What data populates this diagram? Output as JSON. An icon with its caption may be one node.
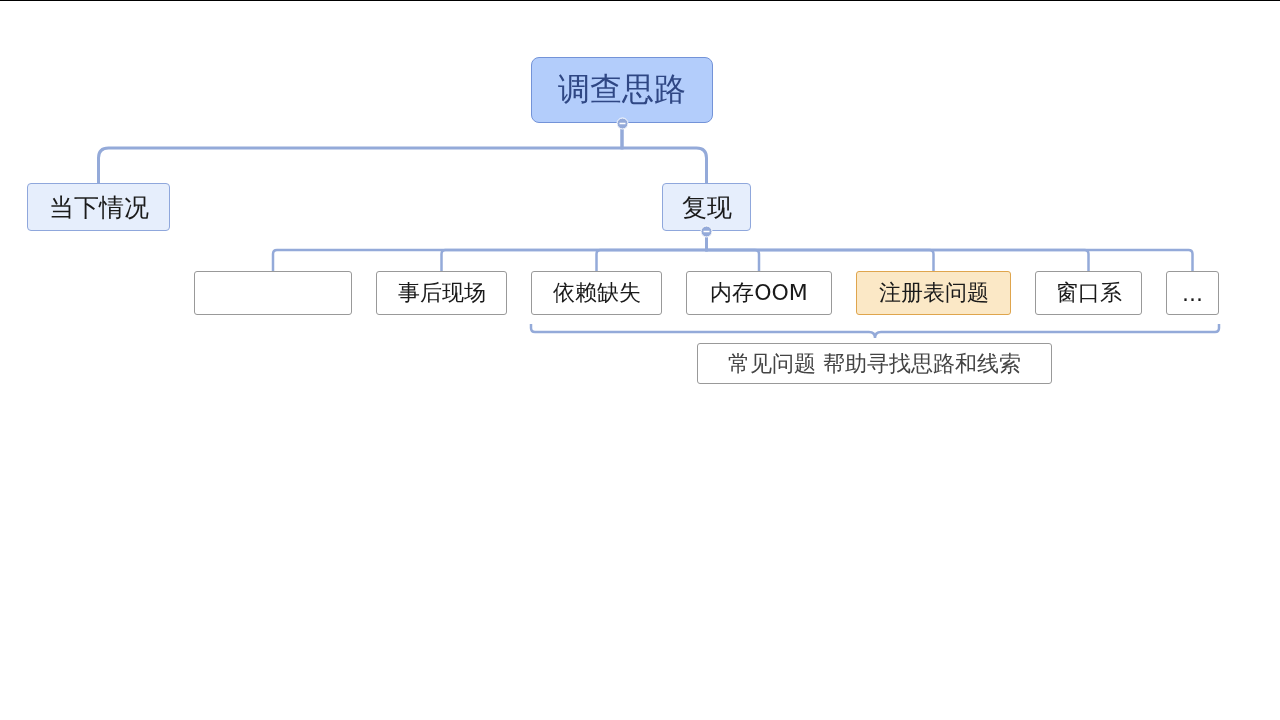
{
  "diagram": {
    "nodes": [
      {
        "text": [
          "调查思路"
        ]
      },
      {
        "text": [
          "当下情况"
        ]
      },
      {
        "text": [
          "复现"
        ]
      },
      {
        "text": [],
        "shape": "box"
      },
      {
        "text": [
          "事后现场"
        ]
      },
      {
        "text": [
          "依赖缺失"
        ]
      },
      {
        "text": [
          "内存OOM"
        ]
      },
      {
        "text": [
          "注册表问题"
        ]
      },
      {
        "text": [
          "窗口系"
        ]
      },
      {
        "text": [
          "..."
        ]
      },
      {
        "text": [
          "常见问题 帮助寻找思路和线索"
        ]
      }
    ],
    "edges": [
      {
        "from": 0,
        "to": 1,
        "arrow": "none"
      },
      {
        "from": 0,
        "to": 2,
        "arrow": "none"
      },
      {
        "from": 2,
        "to": 3,
        "arrow": "none"
      },
      {
        "from": 2,
        "to": 4,
        "arrow": "none"
      },
      {
        "from": 2,
        "to": 5,
        "arrow": "none"
      },
      {
        "from": 2,
        "to": 6,
        "arrow": "none"
      },
      {
        "from": 2,
        "to": 7,
        "arrow": "none"
      },
      {
        "from": 2,
        "to": 8,
        "arrow": "none"
      },
      {
        "from": 2,
        "to": 9,
        "arrow": "none"
      }
    ]
  }
}
